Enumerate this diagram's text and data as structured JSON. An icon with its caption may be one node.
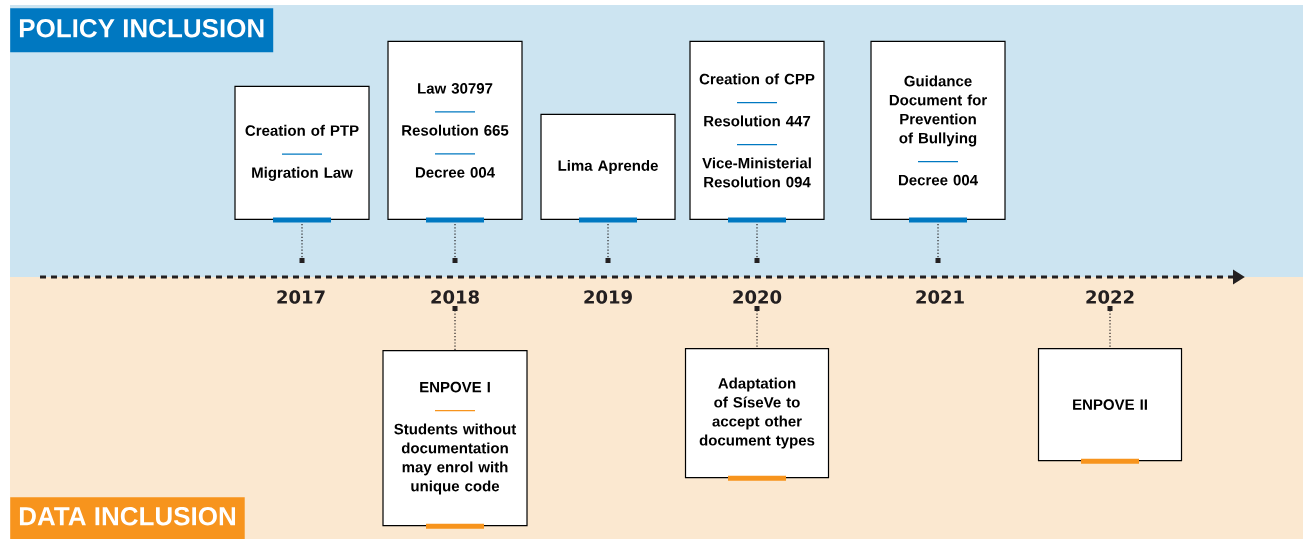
{
  "diagram": {
    "nodes": [
      {
        "text": [
          "POLICY INCLUSION"
        ]
      },
      {
        "text": [
          "Creation of PTP",
          "Migration Law"
        ]
      },
      {
        "text": [
          "Law 30797",
          "Resolution 665",
          "Decree 004"
        ]
      },
      {
        "text": [
          "Lima Aprende"
        ]
      },
      {
        "text": [
          "Creation of CPP",
          "Resolution 447",
          "Vice-Ministerial Resolution 094"
        ]
      },
      {
        "text": [
          "Guidance Document for Prevention of Bullying",
          "Decree 004"
        ]
      },
      {
        "text": [
          "2017"
        ]
      },
      {
        "text": [
          "2018"
        ]
      },
      {
        "text": [
          "2019"
        ]
      },
      {
        "text": [
          "2020"
        ]
      },
      {
        "text": [
          "2021"
        ]
      },
      {
        "text": [
          "2022"
        ]
      },
      {
        "text": [
          "ENPOVE I",
          "Students without documentation may enrol with unique code"
        ]
      },
      {
        "text": [
          "Adaptation of SíseVe to accept other document types"
        ]
      },
      {
        "text": [
          "ENPOVE II"
        ]
      },
      {
        "text": [
          "DATA INCLUSION"
        ]
      }
    ],
    "edges": [
      {
        "from": 1,
        "to": 6,
        "arrow": "other"
      },
      {
        "from": 2,
        "to": 7,
        "arrow": "other"
      },
      {
        "from": 3,
        "to": 8,
        "arrow": "other"
      },
      {
        "from": 4,
        "to": 9,
        "arrow": "other"
      },
      {
        "from": 5,
        "to": 10,
        "arrow": "other"
      },
      {
        "from": 7,
        "to": 12,
        "arrow": "other"
      },
      {
        "from": 9,
        "to": 13,
        "arrow": "other"
      },
      {
        "from": 11,
        "to": 14,
        "arrow": "other"
      }
    ]
  }
}
